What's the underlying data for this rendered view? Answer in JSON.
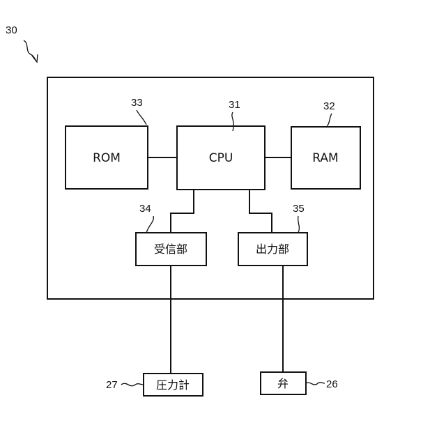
{
  "diagram": {
    "system_ref": "30",
    "blocks": {
      "rom": {
        "ref": "33",
        "label": "ROM"
      },
      "cpu": {
        "ref": "31",
        "label": "CPU"
      },
      "ram": {
        "ref": "32",
        "label": "RAM"
      },
      "receiver": {
        "ref": "34",
        "label": "受信部"
      },
      "output": {
        "ref": "35",
        "label": "出力部"
      },
      "gauge": {
        "ref": "27",
        "label": "圧力計"
      },
      "valve": {
        "ref": "26",
        "label": "弁"
      }
    },
    "connections": [
      [
        "rom",
        "cpu"
      ],
      [
        "cpu",
        "ram"
      ],
      [
        "cpu",
        "receiver"
      ],
      [
        "cpu",
        "output"
      ],
      [
        "receiver",
        "gauge"
      ],
      [
        "output",
        "valve"
      ]
    ]
  }
}
